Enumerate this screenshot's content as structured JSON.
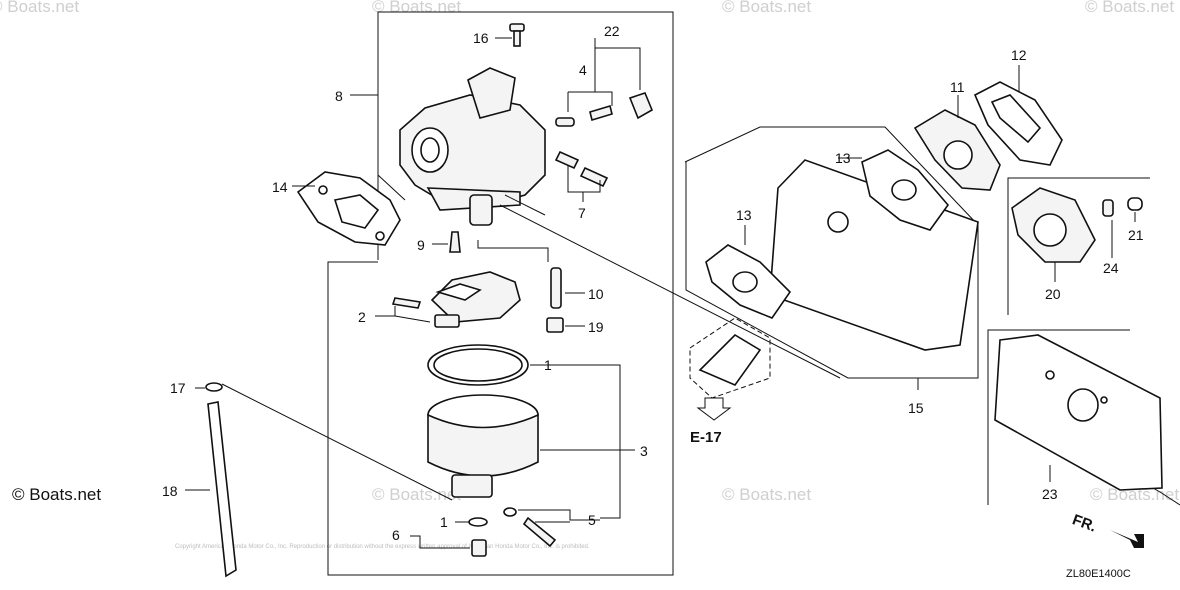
{
  "watermark": {
    "text": "© Boats.net",
    "copyright_fine_print": "Copyright American Honda Motor Co., Inc. Reproduction or distribution without the express written approval of American Honda Motor Co., Inc. is prohibited."
  },
  "callouts": {
    "c1a": "1",
    "c1b": "1",
    "c2": "2",
    "c3": "3",
    "c4": "4",
    "c5": "5",
    "c6": "6",
    "c7": "7",
    "c8": "8",
    "c9": "9",
    "c10": "10",
    "c11": "11",
    "c12": "12",
    "c13a": "13",
    "c13b": "13",
    "c14": "14",
    "c15": "15",
    "c16": "16",
    "c17": "17",
    "c18": "18",
    "c19": "19",
    "c20": "20",
    "c21": "21",
    "c22": "22",
    "c23": "23",
    "c24": "24"
  },
  "reference": {
    "section": "E-17",
    "direction": "FR."
  },
  "drawing_code": "ZL80E1400C"
}
